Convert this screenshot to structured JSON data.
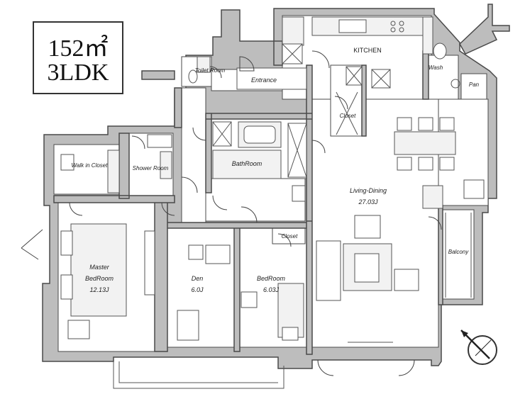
{
  "info": {
    "area": "152㎡",
    "layout": "3LDK"
  },
  "rooms": {
    "kitchen": "KITCHEN",
    "wash": "Wash",
    "pan": "Pan",
    "toilet_room": "Toilet Room",
    "entrance": "Entrance",
    "closet_kitchen": "Closet",
    "walk_in_closet": "Walk in Closet",
    "shower_room": "Shower Room",
    "bathroom": "BathRoom",
    "living_dining": {
      "name": "Living-Dining",
      "size": "27.03J"
    },
    "closet_bedroom": "Closet",
    "master": {
      "name1": "Master",
      "name2": "BedRoom",
      "size": "12.13J"
    },
    "den": {
      "name": "Den",
      "size": "6.0J"
    },
    "bedroom": {
      "name": "BedRoom",
      "size": "6.03J"
    },
    "balcony": "Balcony"
  },
  "icons": {
    "compass": "compass-icon"
  }
}
